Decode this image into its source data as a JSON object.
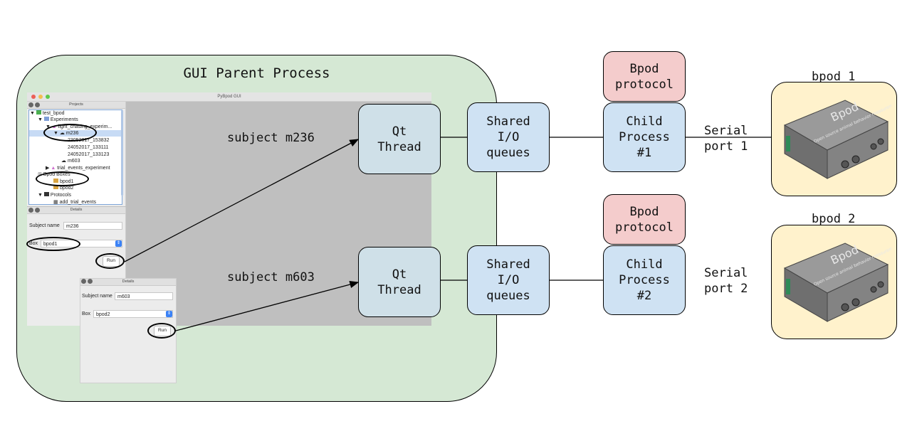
{
  "gui": {
    "title": "GUI Parent Process",
    "window_title": "PyBpod GUI",
    "projects_header": "Projects",
    "details_header": "Details",
    "tree": {
      "project": "test_bpod",
      "experiments": "Experiments",
      "experiment1": "light_chasing_experim...",
      "subject1": "m236",
      "session1": "23052017_153832",
      "session2": "24052017_133111",
      "session3": "24052017_133123",
      "subject2": "m603",
      "experiment2": "trial_events_experiment",
      "boxes": "Bpod Boxes",
      "box1": "bpod1",
      "box2": "bpod2",
      "protocols": "Protocols",
      "protocol1": "add_trial_events"
    },
    "details1": {
      "subject_label": "Subject name",
      "subject_value": "m236",
      "box_label": "Box",
      "box_value": "bpod1",
      "run": "Run"
    },
    "details2": {
      "subject_label": "Subject name",
      "subject_value": "m603",
      "box_label": "Box",
      "box_value": "bpod2",
      "run": "Run"
    },
    "subject1_label": "subject m236",
    "subject2_label": "subject m603"
  },
  "nodes": {
    "qt1": "Qt\nThread",
    "qt2": "Qt\nThread",
    "queue1": "Shared\nI/O\nqueues",
    "queue2": "Shared\nI/O\nqueues",
    "proto1": "Bpod\nprotocol",
    "proto2": "Bpod\nprotocol",
    "proc1": "Child\nProcess\n#1",
    "proc2": "Child\nProcess\n#2",
    "serial1": "Serial\nport 1",
    "serial2": "Serial\nport 2",
    "bpod1": "bpod 1",
    "bpod2": "bpod 2",
    "device_brand": "Bpod",
    "device_tagline": "Open source animal behavior measurement"
  },
  "colors": {
    "gui_bg": "#d5e8d4",
    "thread": "#cfe0e8",
    "queue": "#cfe2f3",
    "protocol": "#f4cccc",
    "device_bg": "#fff2cc"
  }
}
